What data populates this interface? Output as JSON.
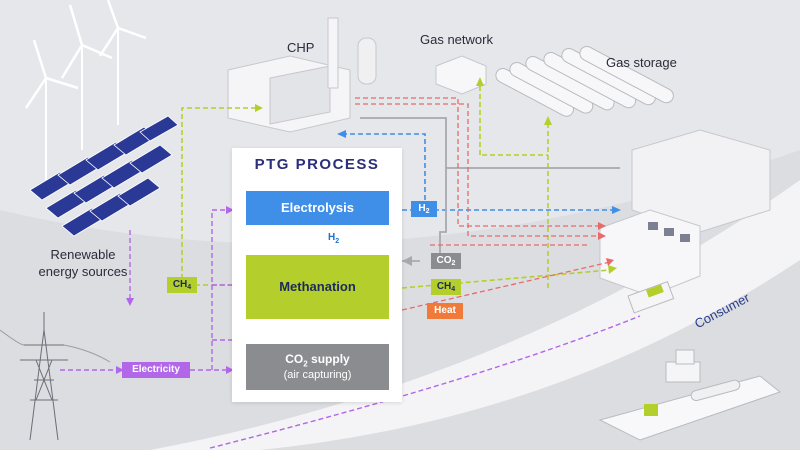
{
  "diagram": {
    "title": "PTG PROCESS",
    "process_boxes": {
      "electrolysis": "Electrolysis",
      "methanation": "Methanation",
      "co2_supply": "CO",
      "co2_supply_sub": "2",
      "co2_supply_rest": " supply",
      "co2_supply_note": "(air capturing)"
    },
    "labels": {
      "chp": "CHP",
      "gas_network": "Gas network",
      "gas_storage": "Gas storage",
      "renewables": [
        "Renewable",
        "energy sources"
      ],
      "consumer": "Consumer"
    },
    "tags": {
      "h2_base": "H",
      "h2_sub": "2",
      "co2_base": "CO",
      "co2_sub": "2",
      "ch4_base": "CH",
      "ch4_sub": "4",
      "heat": "Heat",
      "electricity": "Electricity"
    }
  },
  "colors": {
    "h2": "#3f8fe8",
    "ch4": "#b4cf2c",
    "co2": "#8a8c90",
    "heat": "#f07a3a",
    "electricity": "#b266e8",
    "title": "#2b2f7a",
    "heat_dash": "#e86a6a"
  }
}
